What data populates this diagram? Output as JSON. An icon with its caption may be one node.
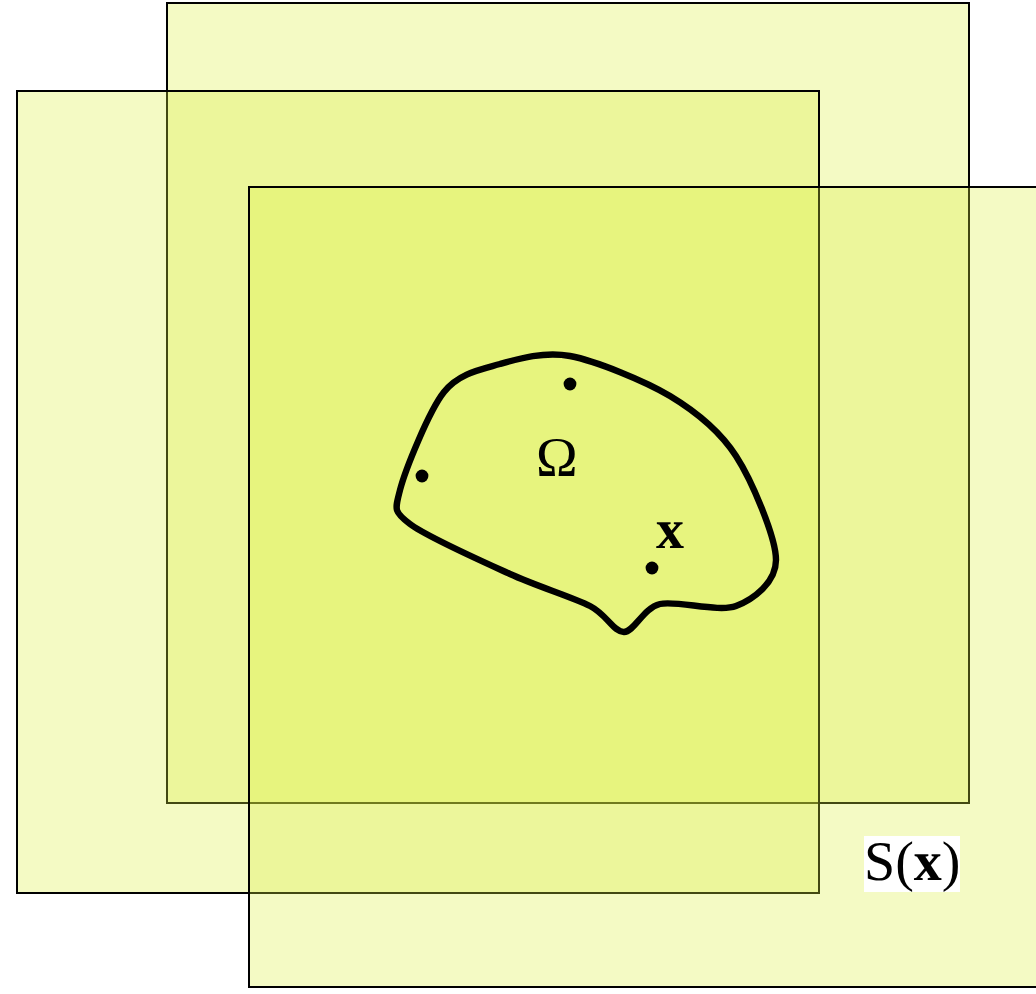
{
  "diagram": {
    "nodes": [
      {
        "text": [],
        "shape": "box"
      },
      {
        "text": [],
        "shape": "box"
      },
      {
        "text": [],
        "shape": "box"
      },
      {
        "text": [
          "Ω",
          "x"
        ]
      }
    ],
    "labels": [
      "S(**x**)"
    ]
  }
}
